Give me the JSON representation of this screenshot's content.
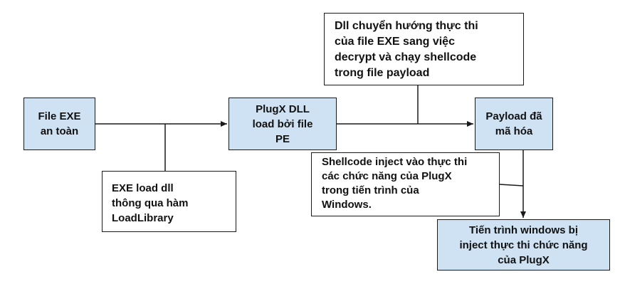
{
  "nodes": {
    "exe": "File EXE\nan toàn",
    "plugx": "PlugX DLL\nload bởi file\nPE",
    "payload": "Payload đã\nmã hóa",
    "target": "Tiến trình windows bị\ninject thực thi chức năng\ncủa PlugX"
  },
  "notes": {
    "dll_redirect": "Dll chuyển hướng thực thi\ncủa file EXE sang việc\ndecrypt và chạy shellcode\ntrong file payload",
    "exe_load": "EXE load dll\nthông qua hàm\nLoadLibrary",
    "shellcode": "Shellcode inject vào thực thi\ncác chức năng của PlugX\ntrong tiến trình của\nWindows."
  },
  "colors": {
    "node_fill": "#cfe2f3",
    "note_fill": "#ffffff",
    "line": "#1a1a1a"
  }
}
